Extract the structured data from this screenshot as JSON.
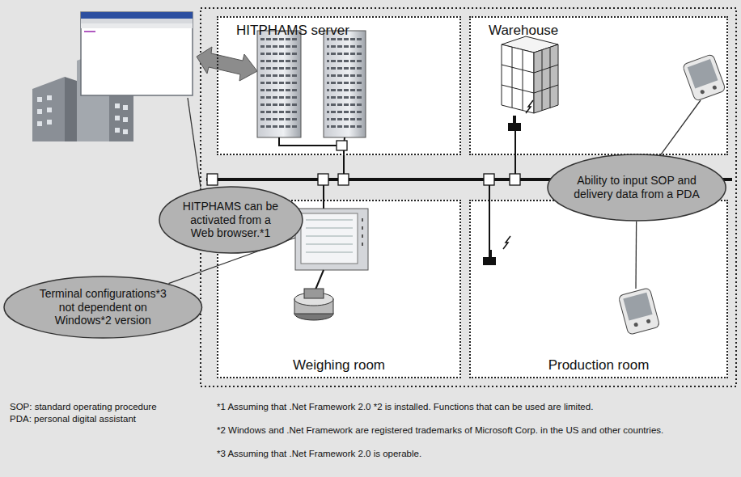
{
  "diagram": {
    "nodes": [
      {
        "text": [
          "HITPHAMS server"
        ]
      },
      {
        "text": [
          "Warehouse"
        ]
      },
      {
        "text": [
          "Weighing room"
        ]
      },
      {
        "text": [
          "Production room"
        ]
      },
      {
        "text": [
          "HITPHAMS can be activated from a Web browser.*1"
        ]
      },
      {
        "text": [
          "Ability to input SOP and delivery data from a PDA"
        ]
      },
      {
        "text": [
          "Terminal configurations*3 not dependent on Windows*2 version"
        ]
      }
    ],
    "edges": [
      {
        "from": 5,
        "to": 1,
        "arrow": "none"
      },
      {
        "from": 5,
        "to": 3,
        "arrow": "none"
      },
      {
        "from": 6,
        "to": 2,
        "arrow": "none"
      }
    ],
    "labels": [
      "SOP: standard operating procedure",
      "PDA: personal digital assistant",
      "*1 Assuming that .Net Framework 2.0 *2 is installed. Functions that can be used are limited.",
      "*2 Windows and .Net Framework are registered trademarks of Microsoft Corp. in the US and other countries.",
      "*3 Assuming that .Net Framework 2.0 is operable."
    ]
  }
}
